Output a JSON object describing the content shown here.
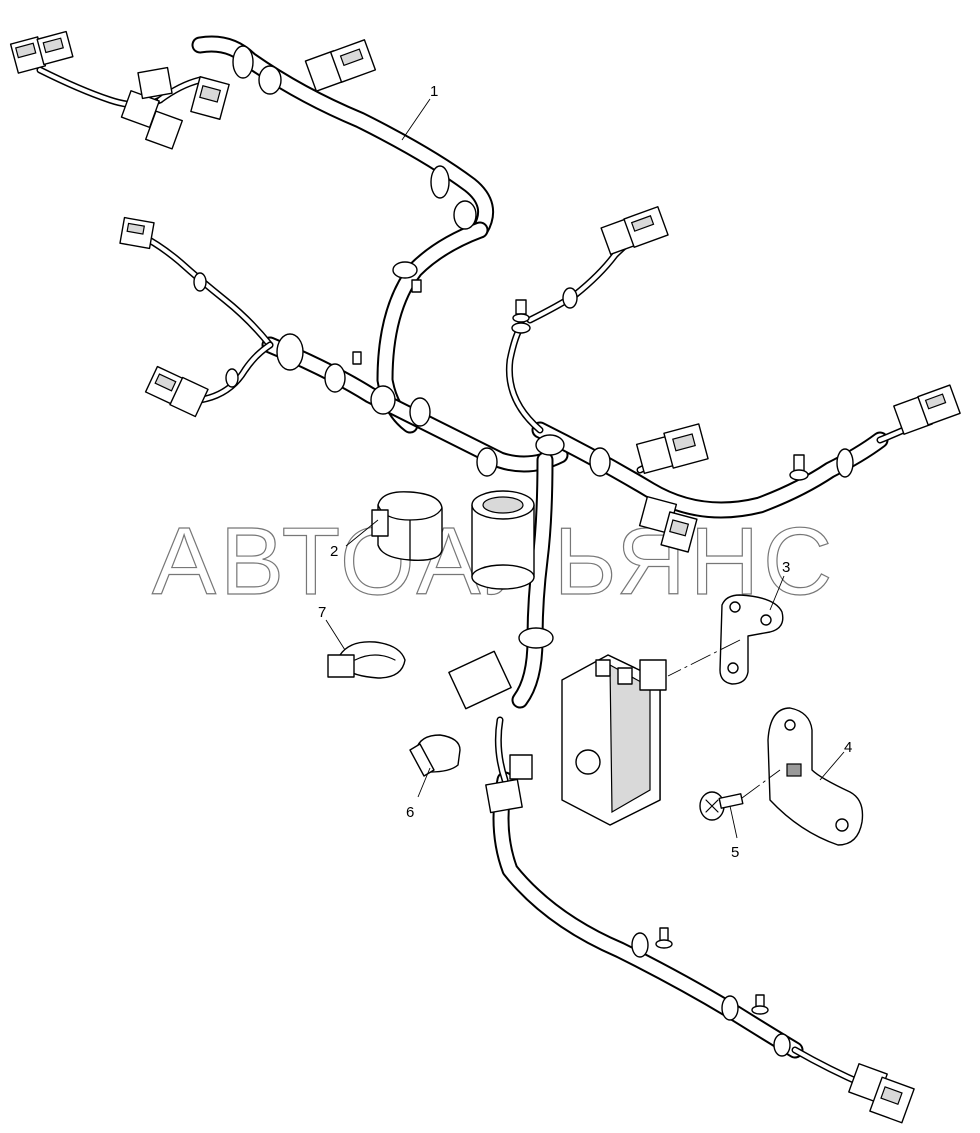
{
  "watermark": "АВТОАЛЬЯНС",
  "callouts": {
    "c1": "1",
    "c2": "2",
    "c3": "3",
    "c4": "4",
    "c5": "5",
    "c6": "6",
    "c7": "7"
  },
  "colors": {
    "line": "#000000",
    "background": "#ffffff",
    "shade": "#d9d9d9",
    "watermark_outline": "#777777"
  }
}
